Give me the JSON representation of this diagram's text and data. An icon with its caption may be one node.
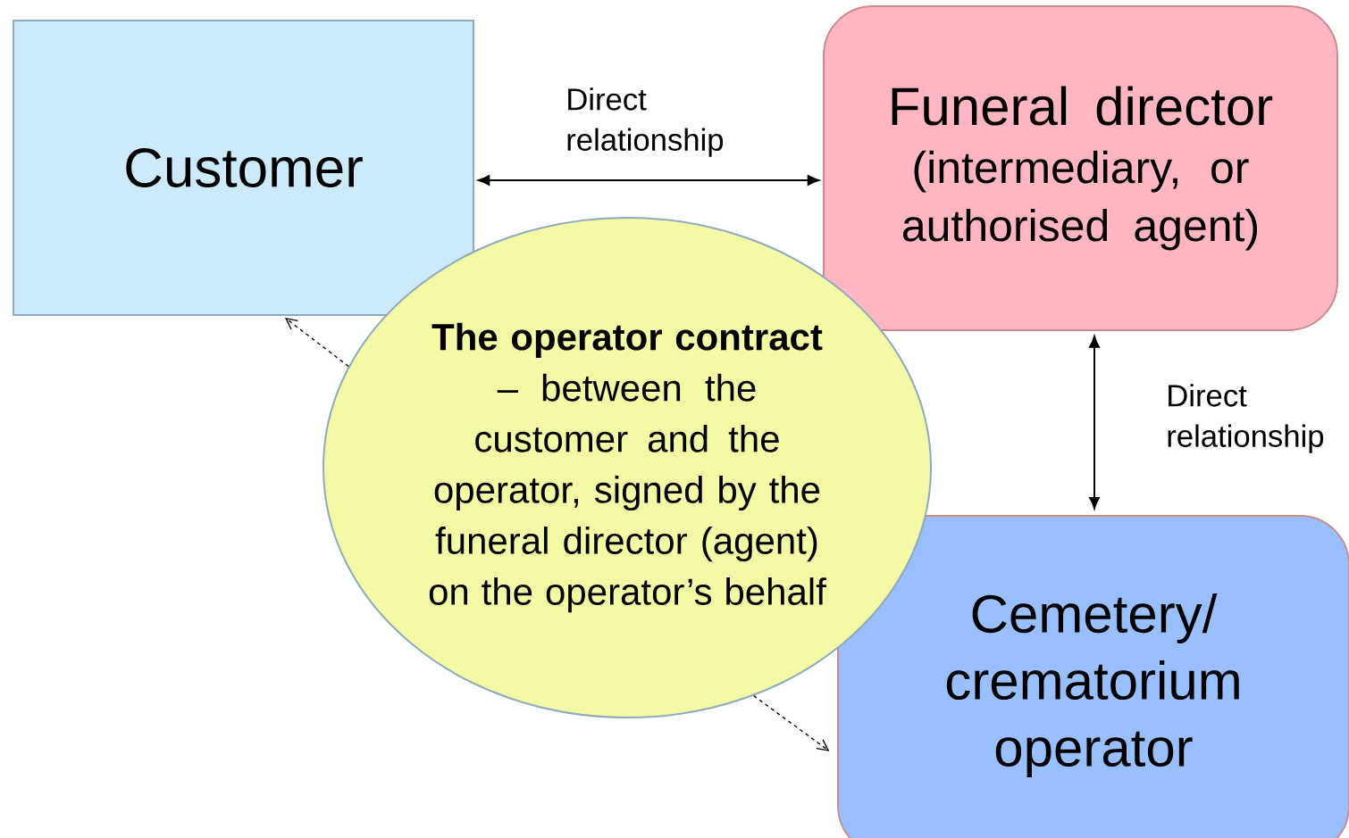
{
  "diagram": {
    "nodes": [
      {
        "text": [
          "Customer"
        ]
      },
      {
        "text": [
          "Funeral director",
          "(intermediary, or authorised agent)"
        ]
      },
      {
        "text": [
          "Cemetery/ crematorium operator"
        ]
      },
      {
        "text": [
          "**The operator contract** – between the customer and the operator, signed by the funeral director (agent) on the operator’s behalf"
        ]
      }
    ],
    "edges": [
      {
        "from": 0,
        "to": 1,
        "arrow": "both",
        "label": "Direct relationship"
      },
      {
        "from": 1,
        "to": 2,
        "arrow": "both",
        "label": "Direct relationship"
      },
      {
        "from": 3,
        "to": 0,
        "arrow": "to",
        "style": "dashed"
      },
      {
        "from": 3,
        "to": 2,
        "arrow": "to",
        "style": "dashed"
      }
    ]
  }
}
